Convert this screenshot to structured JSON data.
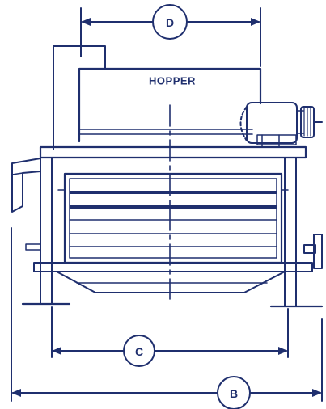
{
  "drawing": {
    "hopper_label": "HOPPER",
    "dimension_labels": {
      "d": "D",
      "c": "C",
      "b": "B"
    },
    "ink_color": "#1f2f6e"
  }
}
